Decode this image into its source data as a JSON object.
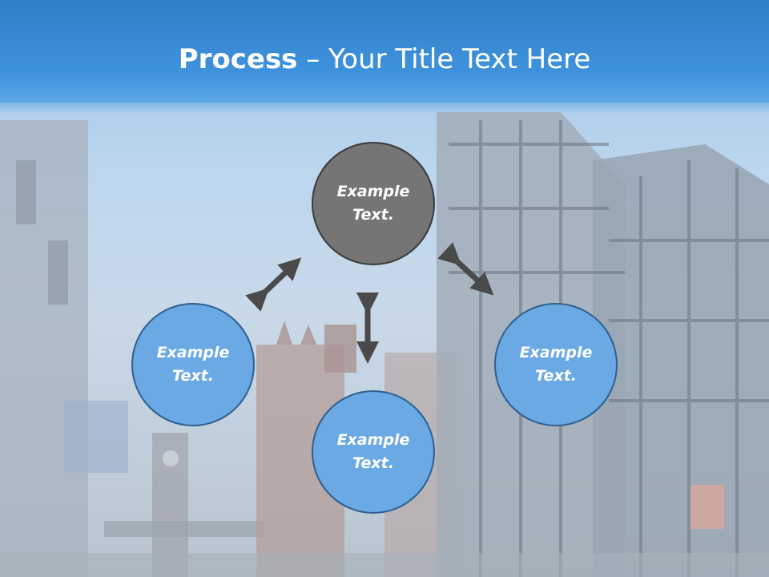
{
  "title": {
    "bold": "Process",
    "rest": " – Your Title Text Here"
  },
  "nodes": {
    "top": "Example Text.",
    "left": "Example Text.",
    "bottom": "Example Text.",
    "right": "Example Text."
  },
  "colors": {
    "header": "#3e92dc",
    "center_node": "#757575",
    "outer_nodes": "#6aa9e4",
    "arrows": "#4a4a4a"
  }
}
